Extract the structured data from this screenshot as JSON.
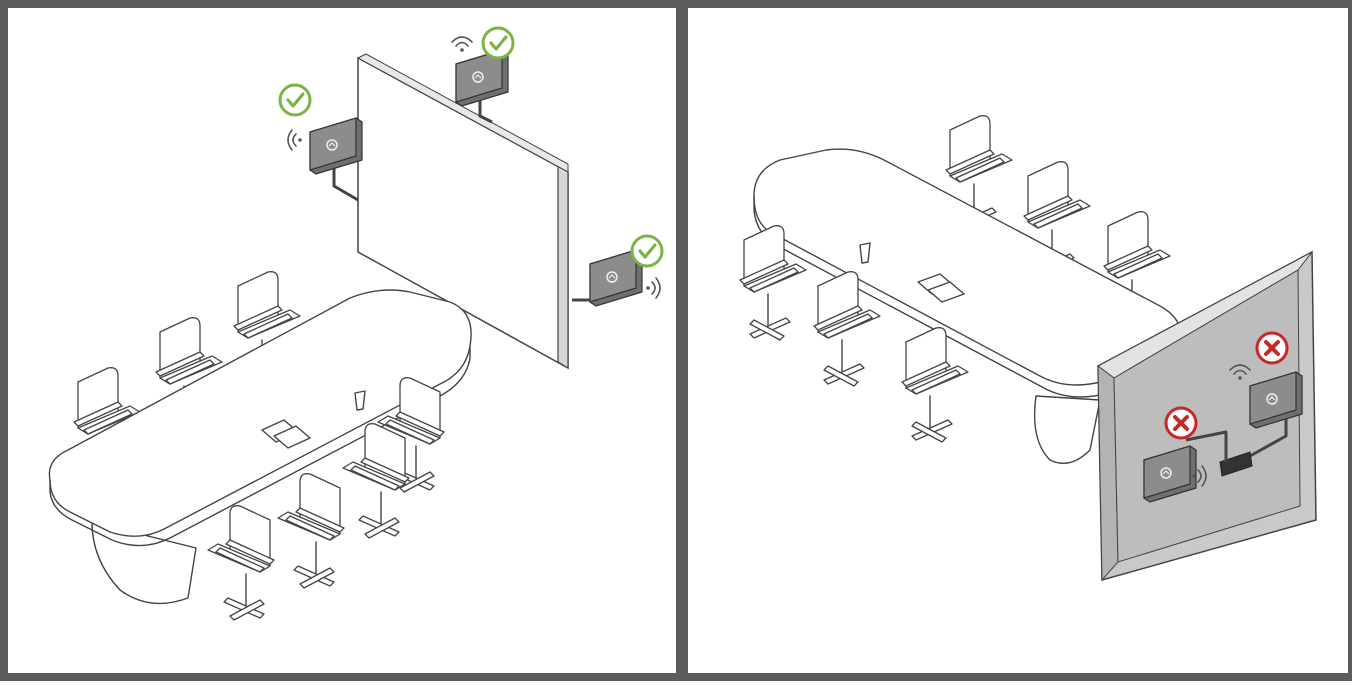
{
  "panels": [
    {
      "id": "correct-placement",
      "status": "ok",
      "status_color": "#7cb342",
      "devices": [
        {
          "mount": "wall-top",
          "status": "ok",
          "signal_icon": "wifi-icon"
        },
        {
          "mount": "wall-left",
          "status": "ok",
          "signal_icon": "signal-waves-icon"
        },
        {
          "mount": "wall-right",
          "status": "ok",
          "signal_icon": "signal-waves-icon"
        }
      ]
    },
    {
      "id": "incorrect-placement",
      "status": "error",
      "status_color": "#c62828",
      "devices": [
        {
          "mount": "behind-display-left",
          "status": "error",
          "signal_icon": "signal-waves-icon"
        },
        {
          "mount": "behind-display-right",
          "status": "error",
          "signal_icon": "wifi-icon"
        }
      ]
    }
  ],
  "colors": {
    "frame": "#5c5c5c",
    "device": "#8a8a8a",
    "display_back": "#c9c9c9",
    "ok": "#7cb342",
    "error": "#c62828"
  }
}
